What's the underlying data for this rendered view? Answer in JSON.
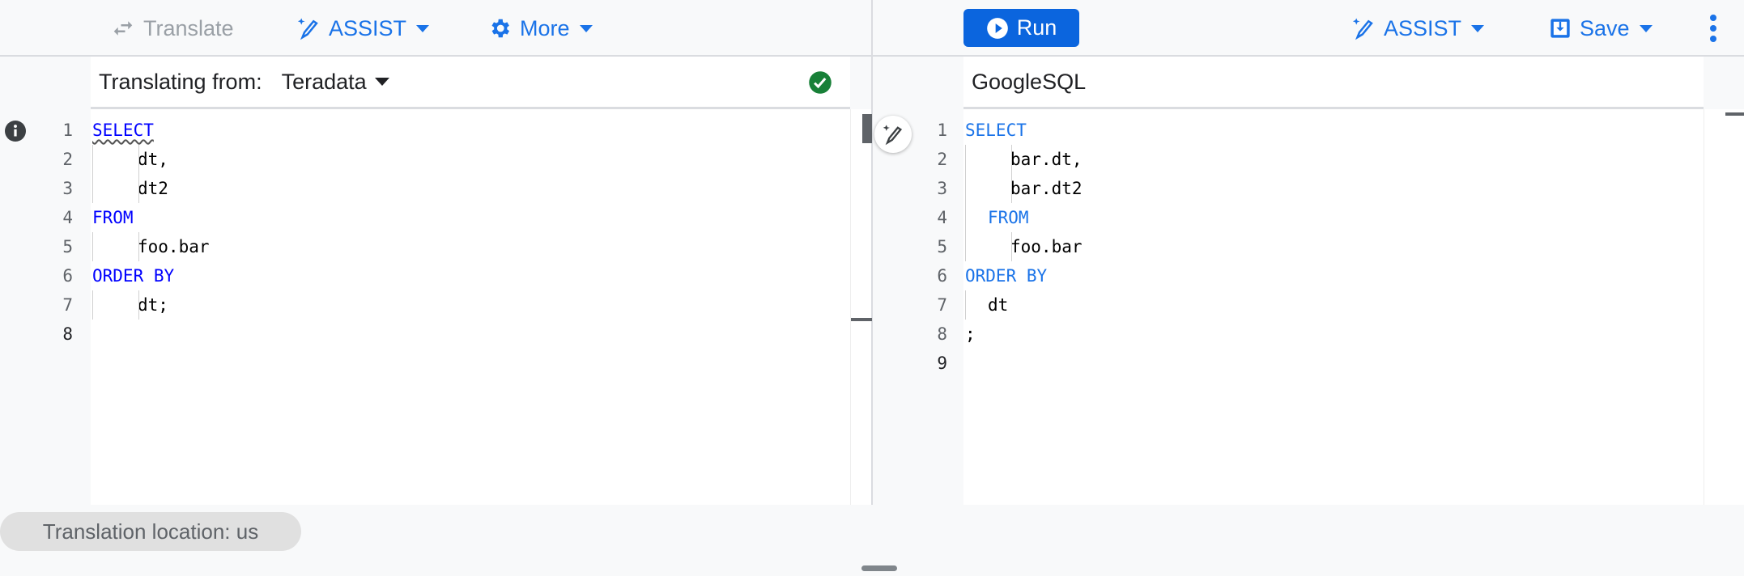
{
  "toolbar_left": {
    "translate": "Translate",
    "assist": "ASSIST",
    "more": "More"
  },
  "toolbar_right": {
    "run": "Run",
    "assist": "ASSIST",
    "save": "Save"
  },
  "source": {
    "label": "Translating from:",
    "dialect": "Teradata",
    "status": "valid",
    "lines": [
      {
        "n": "1",
        "indent": 0,
        "text": "SELECT",
        "kw": true
      },
      {
        "n": "2",
        "indent": 2,
        "text": "dt,",
        "kw": false
      },
      {
        "n": "3",
        "indent": 2,
        "text": "dt2",
        "kw": false
      },
      {
        "n": "4",
        "indent": 0,
        "text": "FROM",
        "kw": true
      },
      {
        "n": "5",
        "indent": 2,
        "text": "foo.bar",
        "kw": false
      },
      {
        "n": "6",
        "indent": 0,
        "text": "ORDER BY",
        "kw": true
      },
      {
        "n": "7",
        "indent": 2,
        "text": "dt;",
        "kw": false
      },
      {
        "n": "8",
        "indent": 0,
        "text": "",
        "kw": false
      }
    ]
  },
  "target": {
    "dialect": "GoogleSQL",
    "lines": [
      {
        "n": "1",
        "indent": 0,
        "text": "SELECT",
        "kw": true
      },
      {
        "n": "2",
        "indent": 2,
        "text": "bar.dt,",
        "kw": false
      },
      {
        "n": "3",
        "indent": 2,
        "text": "bar.dt2",
        "kw": false
      },
      {
        "n": "4",
        "indent": 1,
        "text": "FROM",
        "kw": true
      },
      {
        "n": "5",
        "indent": 2,
        "text": "foo.bar",
        "kw": false
      },
      {
        "n": "6",
        "indent": 0,
        "text": "ORDER BY",
        "kw": true
      },
      {
        "n": "7",
        "indent": 1,
        "text": "dt",
        "kw": false
      },
      {
        "n": "8",
        "indent": 0,
        "text": ";",
        "kw": false
      },
      {
        "n": "9",
        "indent": 0,
        "text": "",
        "kw": false
      }
    ]
  },
  "footer": {
    "location": "Translation location: us"
  },
  "colors": {
    "accent": "#1a73e8",
    "run_button": "#0b65de",
    "success": "#188038",
    "keyword_source": "#0000ff"
  }
}
